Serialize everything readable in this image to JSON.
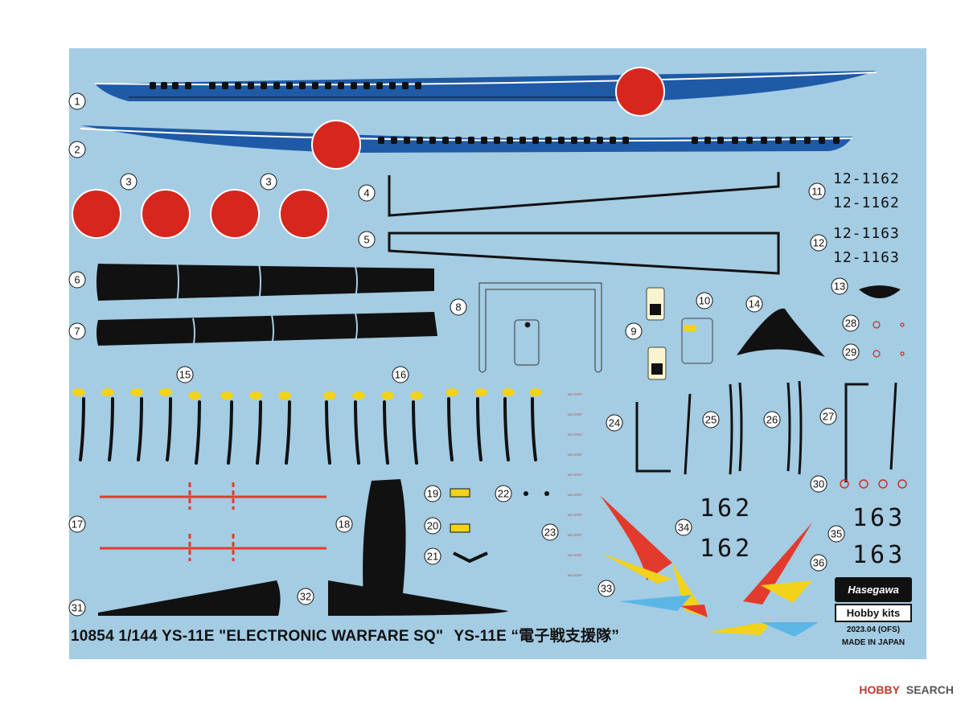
{
  "sheet": {
    "product_line": "10854 1/144 YS-11E \"ELECTRONIC WARFARE SQ\"",
    "product_jp": "YS-11E “電子戦支援隊”",
    "brand": "Hasegawa",
    "brand_sub": "Hobby kits",
    "date": "2023.04 (OFS)",
    "origin": "MADE IN JAPAN"
  },
  "decal_numbers": [
    "1",
    "2",
    "3",
    "3",
    "4",
    "5",
    "6",
    "7",
    "8",
    "9",
    "10",
    "11",
    "12",
    "13",
    "14",
    "15",
    "16",
    "17",
    "18",
    "19",
    "20",
    "21",
    "22",
    "23",
    "24",
    "25",
    "26",
    "27",
    "28",
    "29",
    "30",
    "31",
    "32",
    "33",
    "34",
    "35",
    "36"
  ],
  "registrations": {
    "r11a": "12-1162",
    "r11b": "12-1162",
    "r12a": "12-1163",
    "r12b": "12-1163",
    "n34a": "162",
    "n34b": "162",
    "n35a": "163",
    "n35b": "163"
  },
  "no_step_label": "NO STEP",
  "colors": {
    "sheet": "#a4cce3",
    "hinomaru": "#d7261e",
    "stripe_blue": "#1f5aa6",
    "black": "#111111",
    "yellow": "#f2d21b",
    "red_line": "#e23b2e",
    "cyan": "#5bb6e6"
  },
  "watermark": {
    "logo": "HOBBY",
    "text": "SEARCH"
  }
}
